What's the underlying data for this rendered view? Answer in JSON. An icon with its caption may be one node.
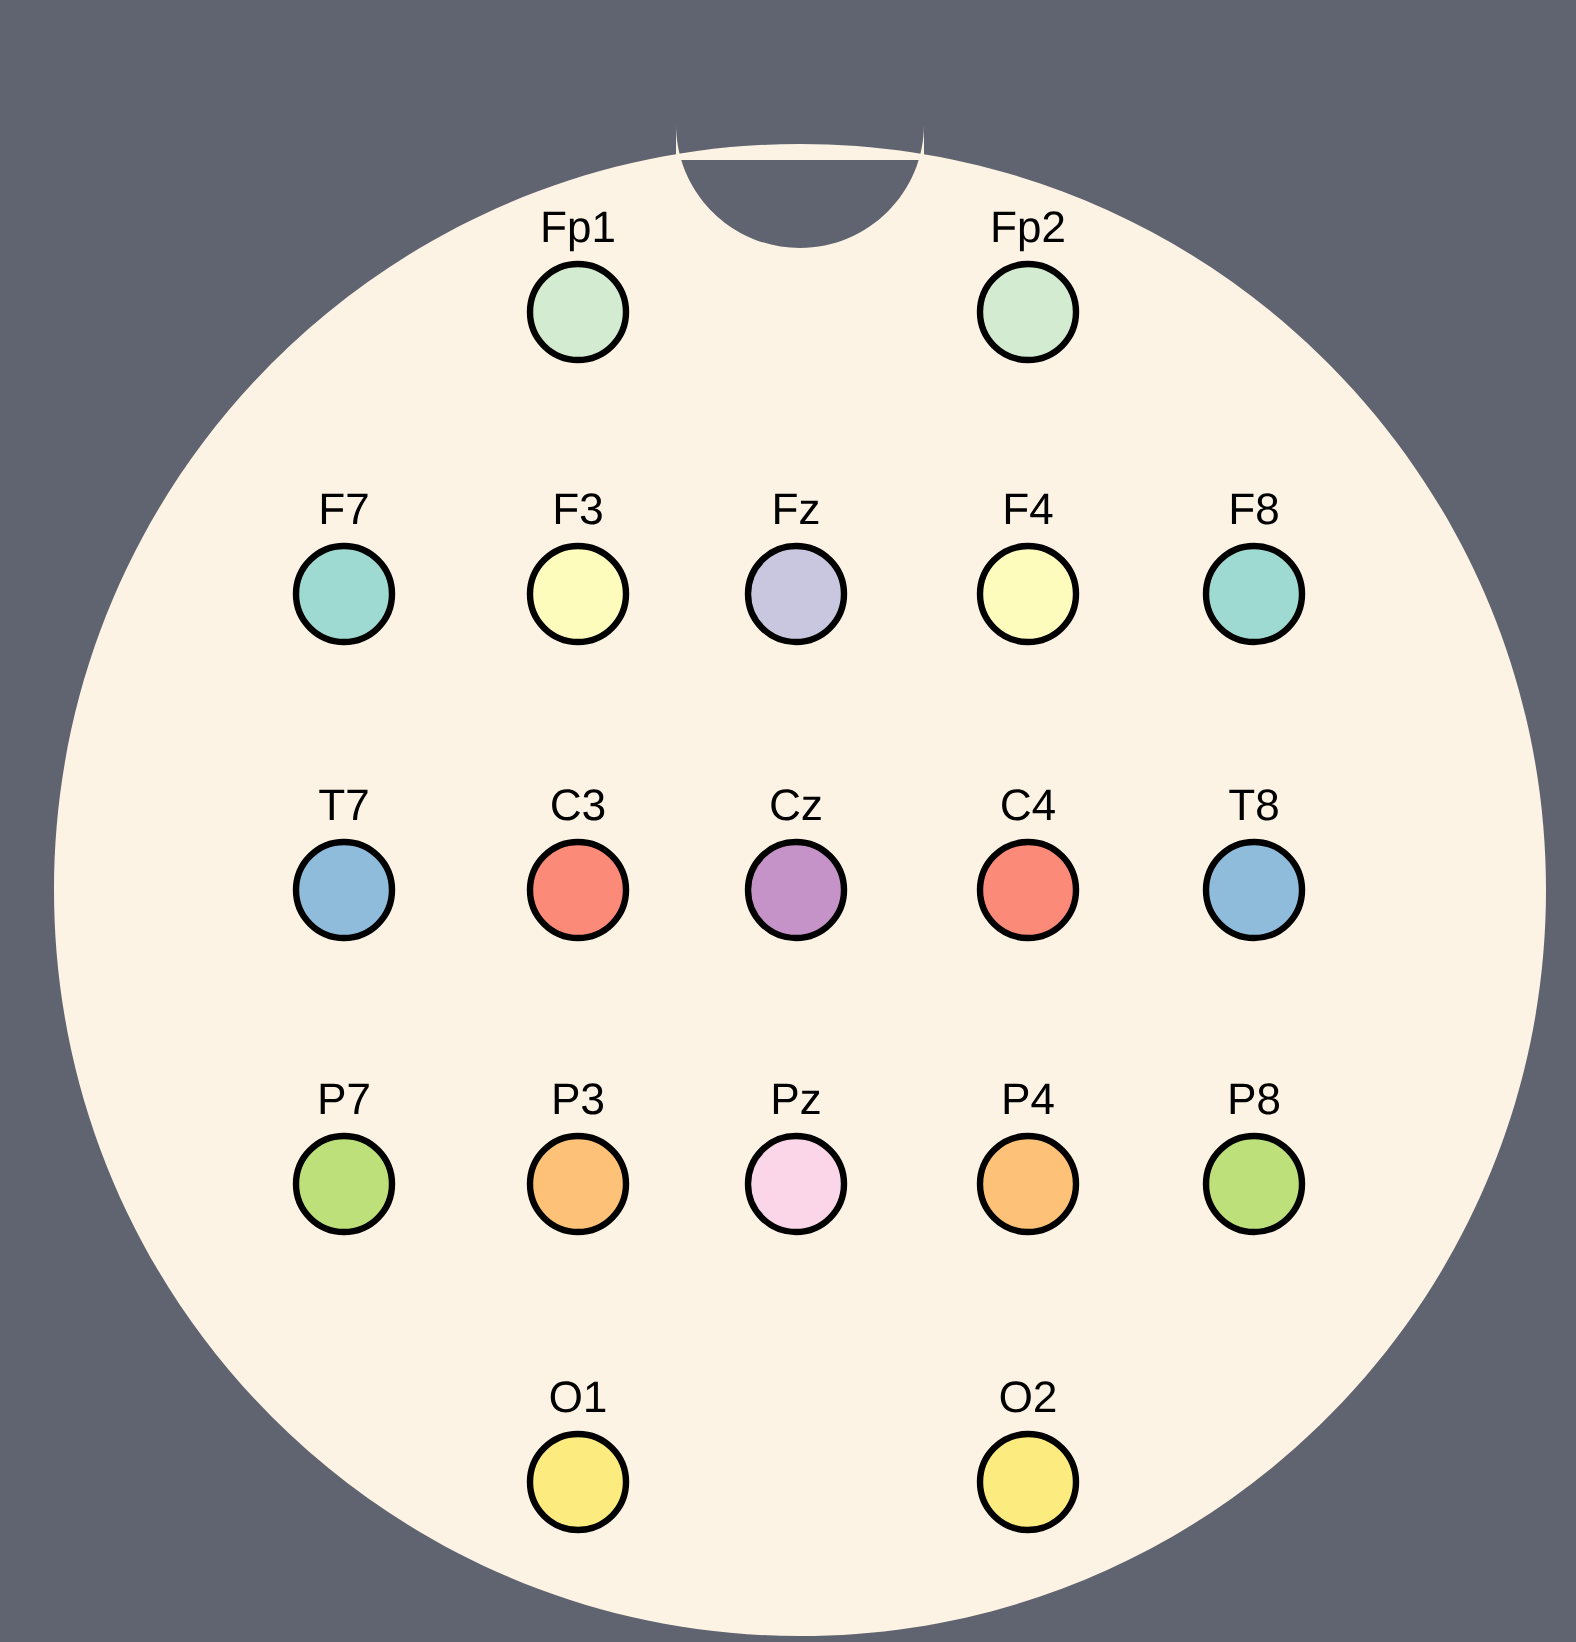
{
  "diagram": {
    "nodes": [
      {
        "text": [
          "Fp1"
        ]
      },
      {
        "text": [
          "Fp2"
        ]
      },
      {
        "text": [
          "F7"
        ]
      },
      {
        "text": [
          "F3"
        ]
      },
      {
        "text": [
          "Fz"
        ]
      },
      {
        "text": [
          "F4"
        ]
      },
      {
        "text": [
          "F8"
        ]
      },
      {
        "text": [
          "T7"
        ]
      },
      {
        "text": [
          "C3"
        ]
      },
      {
        "text": [
          "Cz"
        ]
      },
      {
        "text": [
          "C4"
        ]
      },
      {
        "text": [
          "T8"
        ]
      },
      {
        "text": [
          "P7"
        ]
      },
      {
        "text": [
          "P3"
        ]
      },
      {
        "text": [
          "Pz"
        ]
      },
      {
        "text": [
          "P4"
        ]
      },
      {
        "text": [
          "P8"
        ]
      },
      {
        "text": [
          "O1"
        ]
      },
      {
        "text": [
          "O2"
        ]
      }
    ]
  }
}
